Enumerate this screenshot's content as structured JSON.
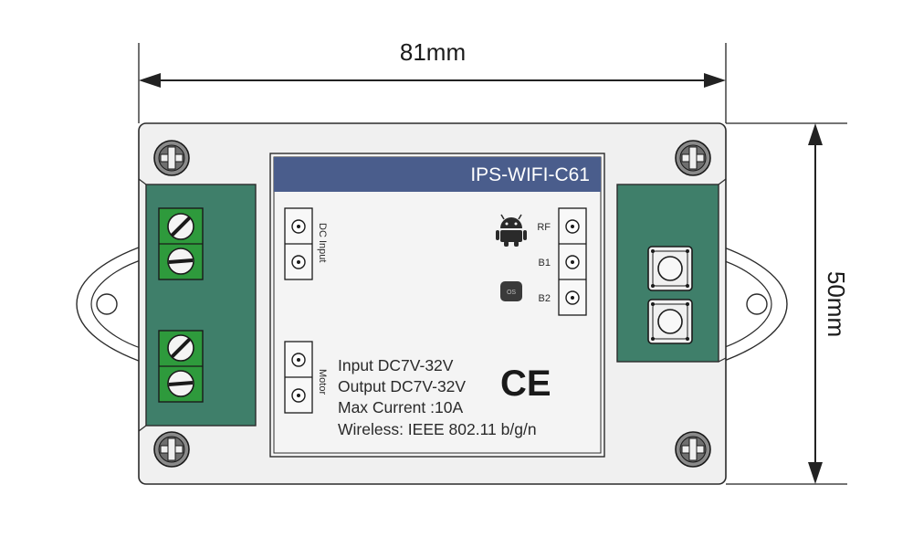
{
  "dimensions": {
    "width_label": "81mm",
    "height_label": "50mm"
  },
  "label_panel": {
    "title": "IPS-WIFI-C61",
    "dc_input_label": "DC Input",
    "motor_label": "Motor",
    "terminal_labels": [
      "RF",
      "B1",
      "B2"
    ],
    "ce_mark": "CE",
    "os_badge": "OS",
    "specs": [
      "Input DC7V-32V",
      "Output DC7V-32V",
      "Max Current :10A",
      "Wireless: IEEE 802.11 b/g/n"
    ]
  },
  "colors": {
    "title_bar": "#4a5d8c",
    "terminal_block": "#3f7f6a",
    "screw_terminal": "#2e9a3c",
    "enclosure": "#f0f0f0",
    "outline": "#2b2b2b"
  },
  "icons": [
    "android-icon",
    "ce-mark-icon",
    "os-badge-icon",
    "screw-icon",
    "push-button-icon"
  ]
}
